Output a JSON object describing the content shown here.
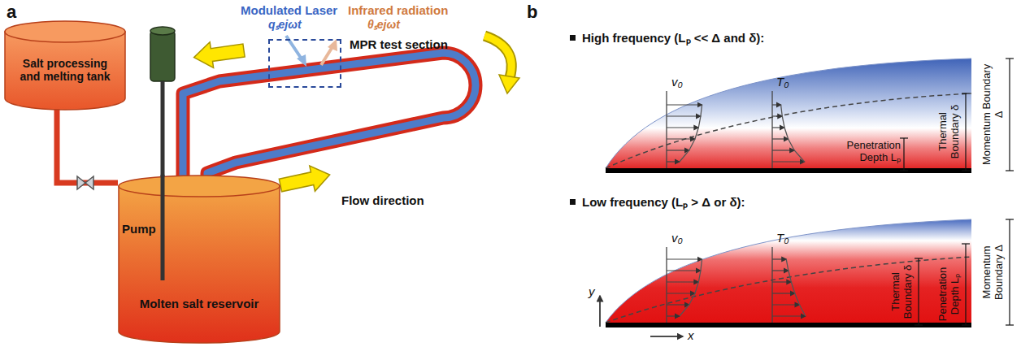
{
  "diagram": {
    "nodes": [
      {
        "text": [
          "Salt processing and melting tank"
        ]
      },
      {
        "text": [
          "Pump",
          "Molten salt reservoir"
        ]
      },
      {
        "text": [
          "MPR test section"
        ]
      }
    ],
    "edges": [
      {
        "from": 0,
        "to": 1,
        "arrow": "none"
      }
    ],
    "labels": [
      "a",
      "Modulated Laser",
      "qₛejωt",
      "Infrared radiation",
      "θₛejωt",
      "Flow direction",
      "b",
      "High frequency (Lₚ << Δ and δ):",
      "v₀",
      "T₀",
      "Momentum Boundary Δ",
      "Thermal Boundary δ",
      "Penetration Depth Lₚ",
      "Low frequency (Lₚ > Δ or δ):",
      "v₀",
      "T₀",
      "Thermal Boundary δ",
      "Penetration Depth Lₚ",
      "Momentum Boundary Δ",
      "y",
      "x"
    ]
  }
}
